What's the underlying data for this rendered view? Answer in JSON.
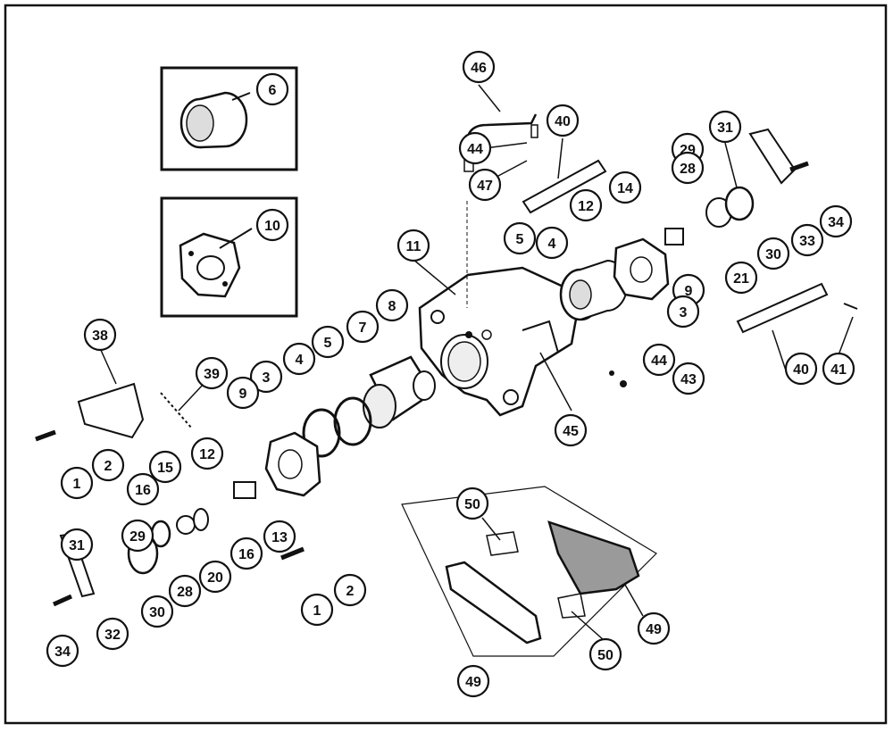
{
  "diagram": {
    "callouts": [
      "6",
      "10",
      "46",
      "44",
      "47",
      "40",
      "31",
      "29",
      "28",
      "14",
      "12",
      "4",
      "5",
      "34",
      "33",
      "30",
      "21",
      "9",
      "3",
      "11",
      "8",
      "7",
      "5",
      "4",
      "3",
      "9",
      "39",
      "38",
      "1",
      "2",
      "12",
      "15",
      "16",
      "13",
      "16",
      "20",
      "28",
      "29",
      "31",
      "32",
      "34",
      "30",
      "1",
      "2",
      "44",
      "43",
      "45",
      "50",
      "49",
      "49",
      "50",
      "40",
      "41"
    ],
    "colors": {
      "ink": "#111111",
      "paper": "#ffffff",
      "pad_speckle": "#9a9a9a"
    }
  }
}
